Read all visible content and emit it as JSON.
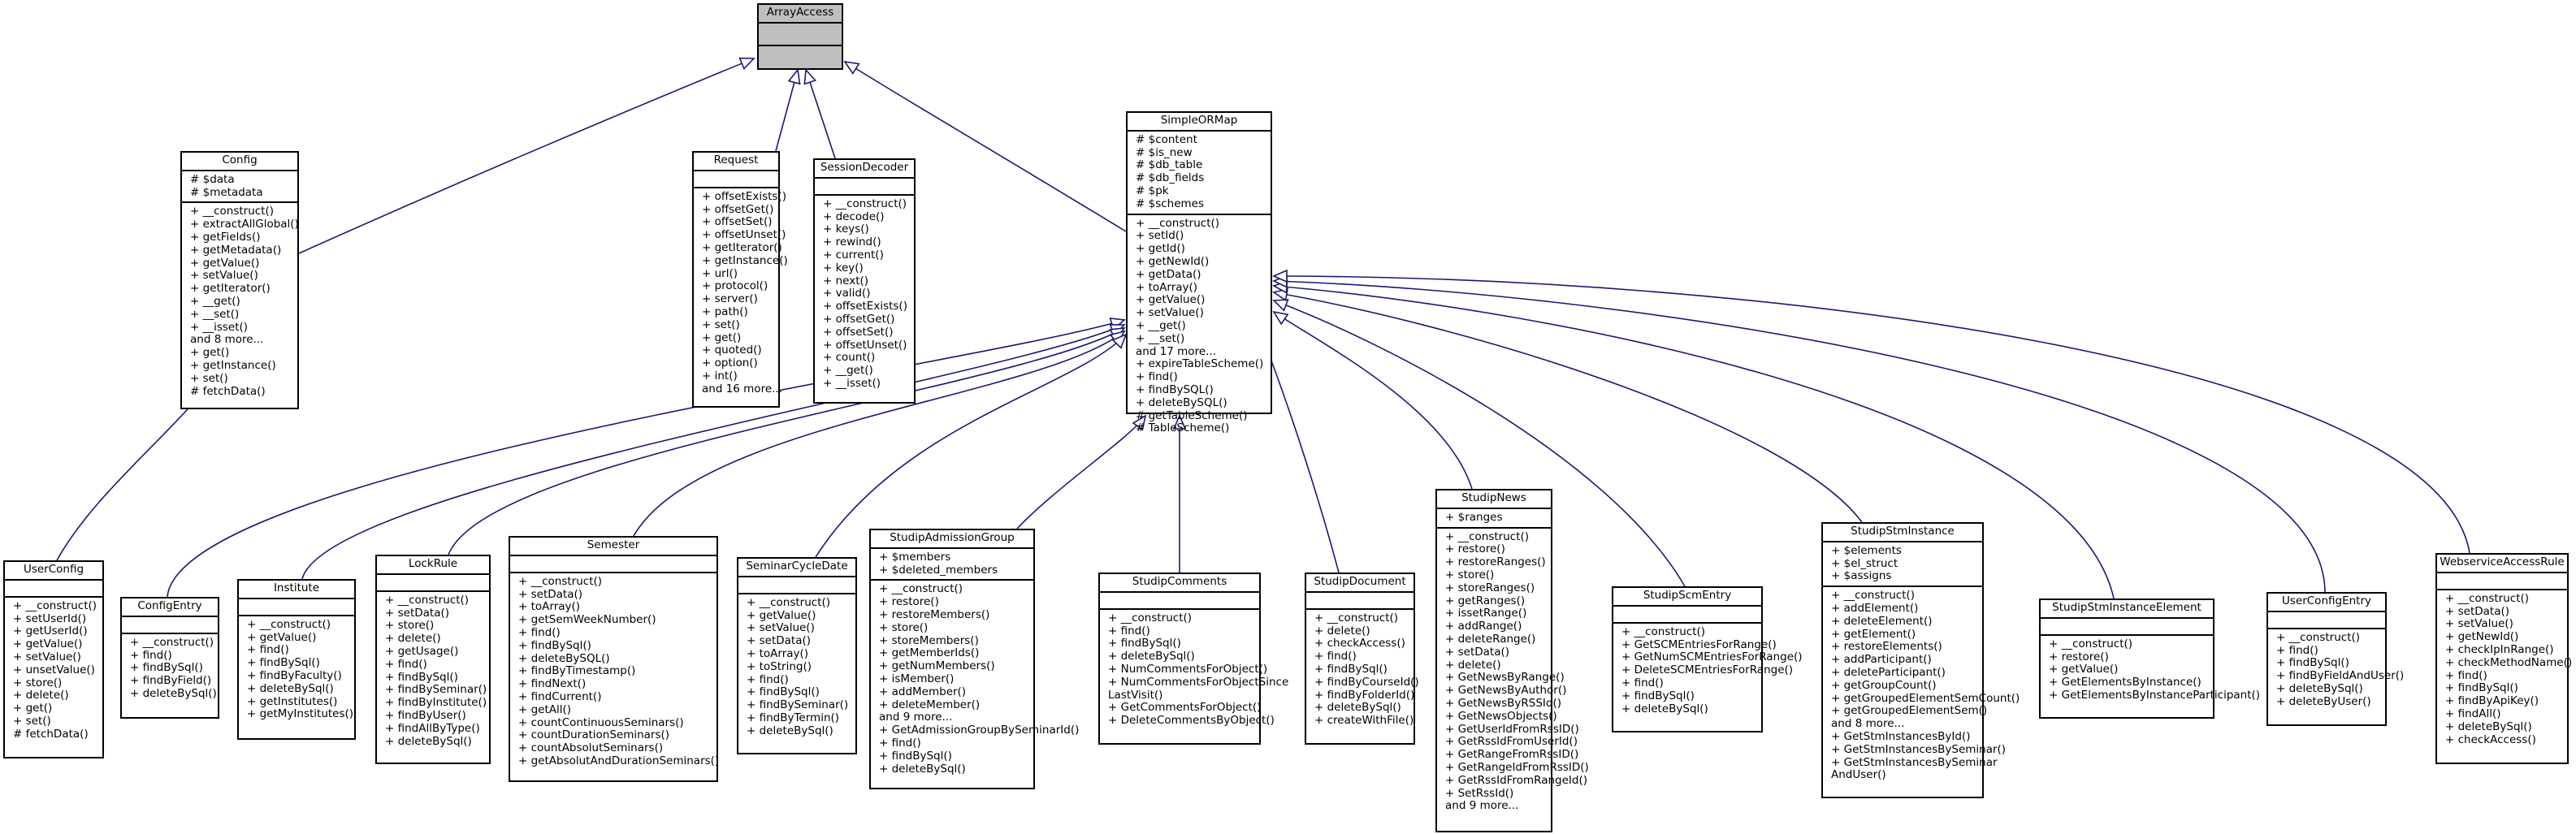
{
  "diagram": {
    "edge_color": "#191970",
    "classes": [
      {
        "id": "ArrayAccess",
        "name": "ArrayAccess",
        "attrs": [],
        "methods": []
      },
      {
        "id": "Config",
        "name": "Config",
        "attrs": [
          "# $data",
          "# $metadata"
        ],
        "methods": [
          "+ __construct()",
          "+ extractAllGlobal()",
          "+ getFields()",
          "+ getMetadata()",
          "+ getValue()",
          "+ setValue()",
          "+ getIterator()",
          "+ __get()",
          "+ __set()",
          "+ __isset()",
          "and 8 more...",
          "+ get()",
          "+ getInstance()",
          "+ set()",
          "# fetchData()"
        ]
      },
      {
        "id": "Request",
        "name": "Request",
        "attrs": [],
        "methods": [
          "+ offsetExists()",
          "+ offsetGet()",
          "+ offsetSet()",
          "+ offsetUnset()",
          "+ getIterator()",
          "+ getInstance()",
          "+ url()",
          "+ protocol()",
          "+ server()",
          "+ path()",
          "+ set()",
          "+ get()",
          "+ quoted()",
          "+ option()",
          "+ int()",
          "and 16 more..."
        ]
      },
      {
        "id": "SessionDecoder",
        "name": "SessionDecoder",
        "attrs": [],
        "methods": [
          "+ __construct()",
          "+ decode()",
          "+ keys()",
          "+ rewind()",
          "+ current()",
          "+ key()",
          "+ next()",
          "+ valid()",
          "+ offsetExists()",
          "+ offsetGet()",
          "+ offsetSet()",
          "+ offsetUnset()",
          "+ count()",
          "+ __get()",
          "+ __isset()"
        ]
      },
      {
        "id": "SimpleORMap",
        "name": "SimpleORMap",
        "attrs": [
          "# $content",
          "# $is_new",
          "# $db_table",
          "# $db_fields",
          "# $pk",
          "# $schemes"
        ],
        "methods": [
          "+ __construct()",
          "+ setId()",
          "+ getId()",
          "+ getNewId()",
          "+ getData()",
          "+ toArray()",
          "+ getValue()",
          "+ setValue()",
          "+ __get()",
          "+ __set()",
          "and 17 more...",
          "+ expireTableScheme()",
          "+ find()",
          "+ findBySQL()",
          "+ deleteBySQL()",
          "# getTableScheme()",
          "# TableScheme()"
        ]
      },
      {
        "id": "UserConfig",
        "name": "UserConfig",
        "attrs": [],
        "methods": [
          "+ __construct()",
          "+ setUserId()",
          "+ getUserId()",
          "+ getValue()",
          "+ setValue()",
          "+ unsetValue()",
          "+ store()",
          "+ delete()",
          "+ get()",
          "+ set()",
          "# fetchData()"
        ]
      },
      {
        "id": "ConfigEntry",
        "name": "ConfigEntry",
        "attrs": [],
        "methods": [
          "+ __construct()",
          "+ find()",
          "+ findBySql()",
          "+ findByField()",
          "+ deleteBySql()"
        ]
      },
      {
        "id": "Institute",
        "name": "Institute",
        "attrs": [],
        "methods": [
          "+ __construct()",
          "+ getValue()",
          "+ find()",
          "+ findBySql()",
          "+ findByFaculty()",
          "+ deleteBySql()",
          "+ getInstitutes()",
          "+ getMyInstitutes()"
        ]
      },
      {
        "id": "LockRule",
        "name": "LockRule",
        "attrs": [],
        "methods": [
          "+ __construct()",
          "+ setData()",
          "+ store()",
          "+ delete()",
          "+ getUsage()",
          "+ find()",
          "+ findBySql()",
          "+ findBySeminar()",
          "+ findByInstitute()",
          "+ findByUser()",
          "+ findAllByType()",
          "+ deleteBySql()"
        ]
      },
      {
        "id": "Semester",
        "name": "Semester",
        "attrs": [],
        "methods": [
          "+ __construct()",
          "+ setData()",
          "+ toArray()",
          "+ getSemWeekNumber()",
          "+ find()",
          "+ findBySql()",
          "+ deleteBySQL()",
          "+ findByTimestamp()",
          "+ findNext()",
          "+ findCurrent()",
          "+ getAll()",
          "+ countContinuousSeminars()",
          "+ countDurationSeminars()",
          "+ countAbsolutSeminars()",
          "+ getAbsolutAndDurationSeminars()"
        ]
      },
      {
        "id": "SeminarCycleDate",
        "name": "SeminarCycleDate",
        "attrs": [],
        "methods": [
          "+ __construct()",
          "+ getValue()",
          "+ setValue()",
          "+ setData()",
          "+ toArray()",
          "+ toString()",
          "+ find()",
          "+ findBySql()",
          "+ findBySeminar()",
          "+ findByTermin()",
          "+ deleteBySql()"
        ]
      },
      {
        "id": "StudipAdmissionGroup",
        "name": "StudipAdmissionGroup",
        "attrs": [
          "+ $members",
          "+ $deleted_members"
        ],
        "methods": [
          "+ __construct()",
          "+ restore()",
          "+ restoreMembers()",
          "+ store()",
          "+ storeMembers()",
          "+ getMemberIds()",
          "+ getNumMembers()",
          "+ isMember()",
          "+ addMember()",
          "+ deleteMember()",
          "and 9 more...",
          "+ GetAdmissionGroupBySeminarId()",
          "+ find()",
          "+ findBySql()",
          "+ deleteBySql()"
        ]
      },
      {
        "id": "StudipComments",
        "name": "StudipComments",
        "attrs": [],
        "methods": [
          "+ __construct()",
          "+ find()",
          "+ findBySql()",
          "+ deleteBySql()",
          "+ NumCommentsForObject()",
          "+ NumCommentsForObjectSince",
          "LastVisit()",
          "+ GetCommentsForObject()",
          "+ DeleteCommentsByObject()"
        ]
      },
      {
        "id": "StudipDocument",
        "name": "StudipDocument",
        "attrs": [],
        "methods": [
          "+ __construct()",
          "+ delete()",
          "+ checkAccess()",
          "+ find()",
          "+ findBySql()",
          "+ findByCourseId()",
          "+ findByFolderId()",
          "+ deleteBySql()",
          "+ createWithFile()"
        ]
      },
      {
        "id": "StudipNews",
        "name": "StudipNews",
        "attrs": [
          "+ $ranges"
        ],
        "methods": [
          "+ __construct()",
          "+ restore()",
          "+ restoreRanges()",
          "+ store()",
          "+ storeRanges()",
          "+ getRanges()",
          "+ issetRange()",
          "+ addRange()",
          "+ deleteRange()",
          "+ setData()",
          "+ delete()",
          "+ GetNewsByRange()",
          "+ GetNewsByAuthor()",
          "+ GetNewsByRSSId()",
          "+ GetNewsObjects()",
          "+ GetUserIdFromRssID()",
          "+ GetRssIdFromUserId()",
          "+ GetRangeFromRssID()",
          "+ GetRangeIdFromRssID()",
          "+ GetRssIdFromRangeId()",
          "+ SetRssId()",
          "and 9 more..."
        ]
      },
      {
        "id": "StudipScmEntry",
        "name": "StudipScmEntry",
        "attrs": [],
        "methods": [
          "+ __construct()",
          "+ GetSCMEntriesForRange()",
          "+ GetNumSCMEntriesForRange()",
          "+ DeleteSCMEntriesForRange()",
          "+ find()",
          "+ findBySql()",
          "+ deleteBySql()"
        ]
      },
      {
        "id": "StudipStmInstance",
        "name": "StudipStmInstance",
        "attrs": [
          "+ $elements",
          "+ $el_struct",
          "+ $assigns"
        ],
        "methods": [
          "+ __construct()",
          "+ addElement()",
          "+ deleteElement()",
          "+ getElement()",
          "+ restoreElements()",
          "+ addParticipant()",
          "+ deleteParticipant()",
          "+ getGroupCount()",
          "+ getGroupedElementSemCount()",
          "+ getGroupedElementSem()",
          "and 8 more...",
          "+ GetStmInstancesById()",
          "+ GetStmInstancesBySeminar()",
          "+ GetStmInstancesBySeminar",
          "AndUser()"
        ]
      },
      {
        "id": "StudipStmInstanceElement",
        "name": "StudipStmInstanceElement",
        "attrs": [],
        "methods": [
          "+ __construct()",
          "+ restore()",
          "+ getValue()",
          "+ GetElementsByInstance()",
          "+ GetElementsByInstanceParticipant()"
        ]
      },
      {
        "id": "UserConfigEntry",
        "name": "UserConfigEntry",
        "attrs": [],
        "methods": [
          "+ __construct()",
          "+ find()",
          "+ findBySql()",
          "+ findByFieldAndUser()",
          "+ deleteBySql()",
          "+ deleteByUser()"
        ]
      },
      {
        "id": "WebserviceAccessRule",
        "name": "WebserviceAccessRule",
        "attrs": [],
        "methods": [
          "+ __construct()",
          "+ setData()",
          "+ setValue()",
          "+ getNewId()",
          "+ checkIpInRange()",
          "+ checkMethodName()",
          "+ find()",
          "+ findBySql()",
          "+ findByApiKey()",
          "+ findAll()",
          "+ deleteBySql()",
          "+ checkAccess()"
        ]
      }
    ],
    "relations": [
      {
        "from": "Config",
        "to": "ArrayAccess",
        "type": "inheritance"
      },
      {
        "from": "Request",
        "to": "ArrayAccess",
        "type": "inheritance"
      },
      {
        "from": "SessionDecoder",
        "to": "ArrayAccess",
        "type": "inheritance"
      },
      {
        "from": "SimpleORMap",
        "to": "ArrayAccess",
        "type": "inheritance"
      },
      {
        "from": "UserConfig",
        "to": "Config",
        "type": "inheritance"
      },
      {
        "from": "ConfigEntry",
        "to": "SimpleORMap",
        "type": "inheritance"
      },
      {
        "from": "Institute",
        "to": "SimpleORMap",
        "type": "inheritance"
      },
      {
        "from": "LockRule",
        "to": "SimpleORMap",
        "type": "inheritance"
      },
      {
        "from": "Semester",
        "to": "SimpleORMap",
        "type": "inheritance"
      },
      {
        "from": "SeminarCycleDate",
        "to": "SimpleORMap",
        "type": "inheritance"
      },
      {
        "from": "StudipAdmissionGroup",
        "to": "SimpleORMap",
        "type": "inheritance"
      },
      {
        "from": "StudipComments",
        "to": "SimpleORMap",
        "type": "inheritance"
      },
      {
        "from": "StudipDocument",
        "to": "SimpleORMap",
        "type": "inheritance"
      },
      {
        "from": "StudipNews",
        "to": "SimpleORMap",
        "type": "inheritance"
      },
      {
        "from": "StudipScmEntry",
        "to": "SimpleORMap",
        "type": "inheritance"
      },
      {
        "from": "StudipStmInstance",
        "to": "SimpleORMap",
        "type": "inheritance"
      },
      {
        "from": "StudipStmInstanceElement",
        "to": "SimpleORMap",
        "type": "inheritance"
      },
      {
        "from": "UserConfigEntry",
        "to": "SimpleORMap",
        "type": "inheritance"
      },
      {
        "from": "WebserviceAccessRule",
        "to": "SimpleORMap",
        "type": "inheritance"
      }
    ]
  }
}
